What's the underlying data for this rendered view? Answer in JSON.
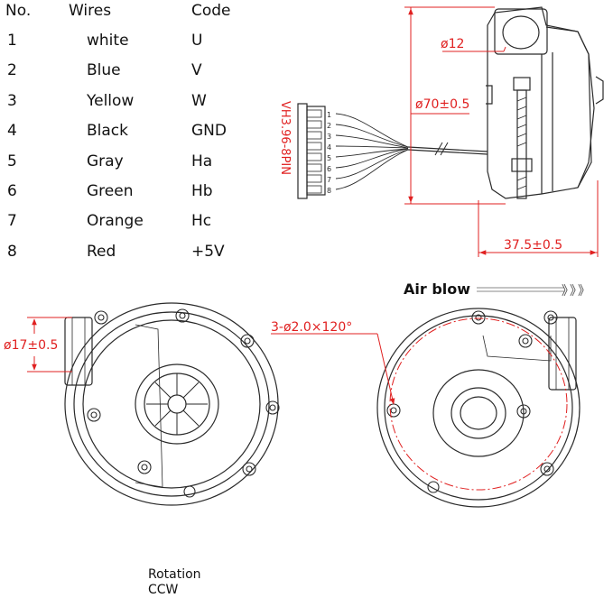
{
  "table": {
    "headers": {
      "no": "No.",
      "wires": "Wires",
      "code": "Code"
    },
    "rows": [
      {
        "no": "1",
        "wire": "white",
        "code": "U"
      },
      {
        "no": "2",
        "wire": "Blue",
        "code": "V"
      },
      {
        "no": "3",
        "wire": "Yellow",
        "code": "W"
      },
      {
        "no": "4",
        "wire": "Black",
        "code": "GND"
      },
      {
        "no": "5",
        "wire": "Gray",
        "code": "Ha"
      },
      {
        "no": "6",
        "wire": "Green",
        "code": "Hb"
      },
      {
        "no": "7",
        "wire": "Orange",
        "code": "Hc"
      },
      {
        "no": "8",
        "wire": "Red",
        "code": "+5V"
      }
    ]
  },
  "side_view": {
    "dim_outlet": "ø12",
    "dim_diameter": "ø70±0.5",
    "dim_depth": "37.5±0.5",
    "connector_label": "VH3.96-8PIN",
    "pins": [
      "1",
      "2",
      "3",
      "4",
      "5",
      "6",
      "7",
      "8"
    ]
  },
  "front_view": {
    "dim_outlet": "ø17±0.5",
    "rotation_line1": "Rotation",
    "rotation_line2": "CCW"
  },
  "rear_view": {
    "air_blow": "Air blow",
    "arrows": "》》》",
    "mount_holes": "3-ø2.0×120°"
  },
  "colors": {
    "line": "#2a2a2a",
    "accent": "#e02020"
  }
}
